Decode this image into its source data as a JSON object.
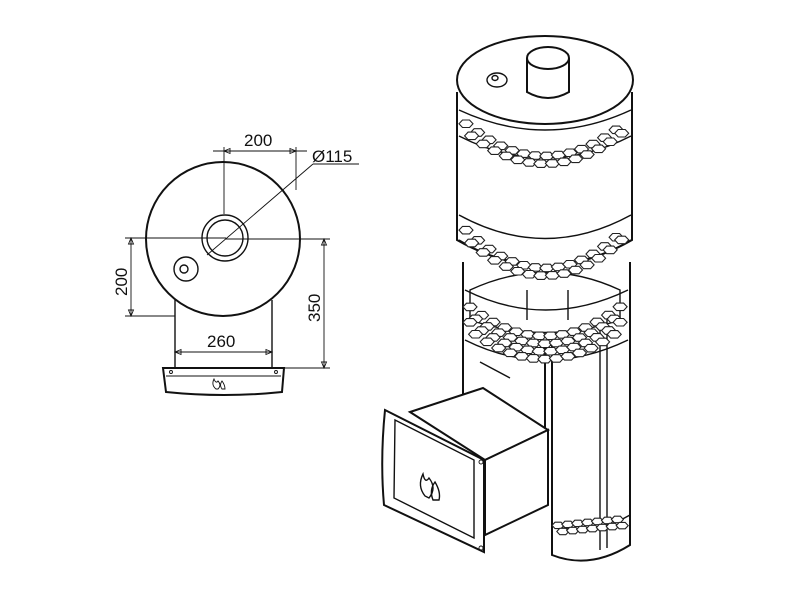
{
  "drawing": {
    "dimensions": {
      "top_width": "200",
      "pipe_diameter": "Ø115",
      "side_depth": "200",
      "base_width": "260",
      "total_height": "350"
    }
  },
  "icons": {
    "flame_front": "flame-icon",
    "flame_top_view": "flame-icon"
  }
}
